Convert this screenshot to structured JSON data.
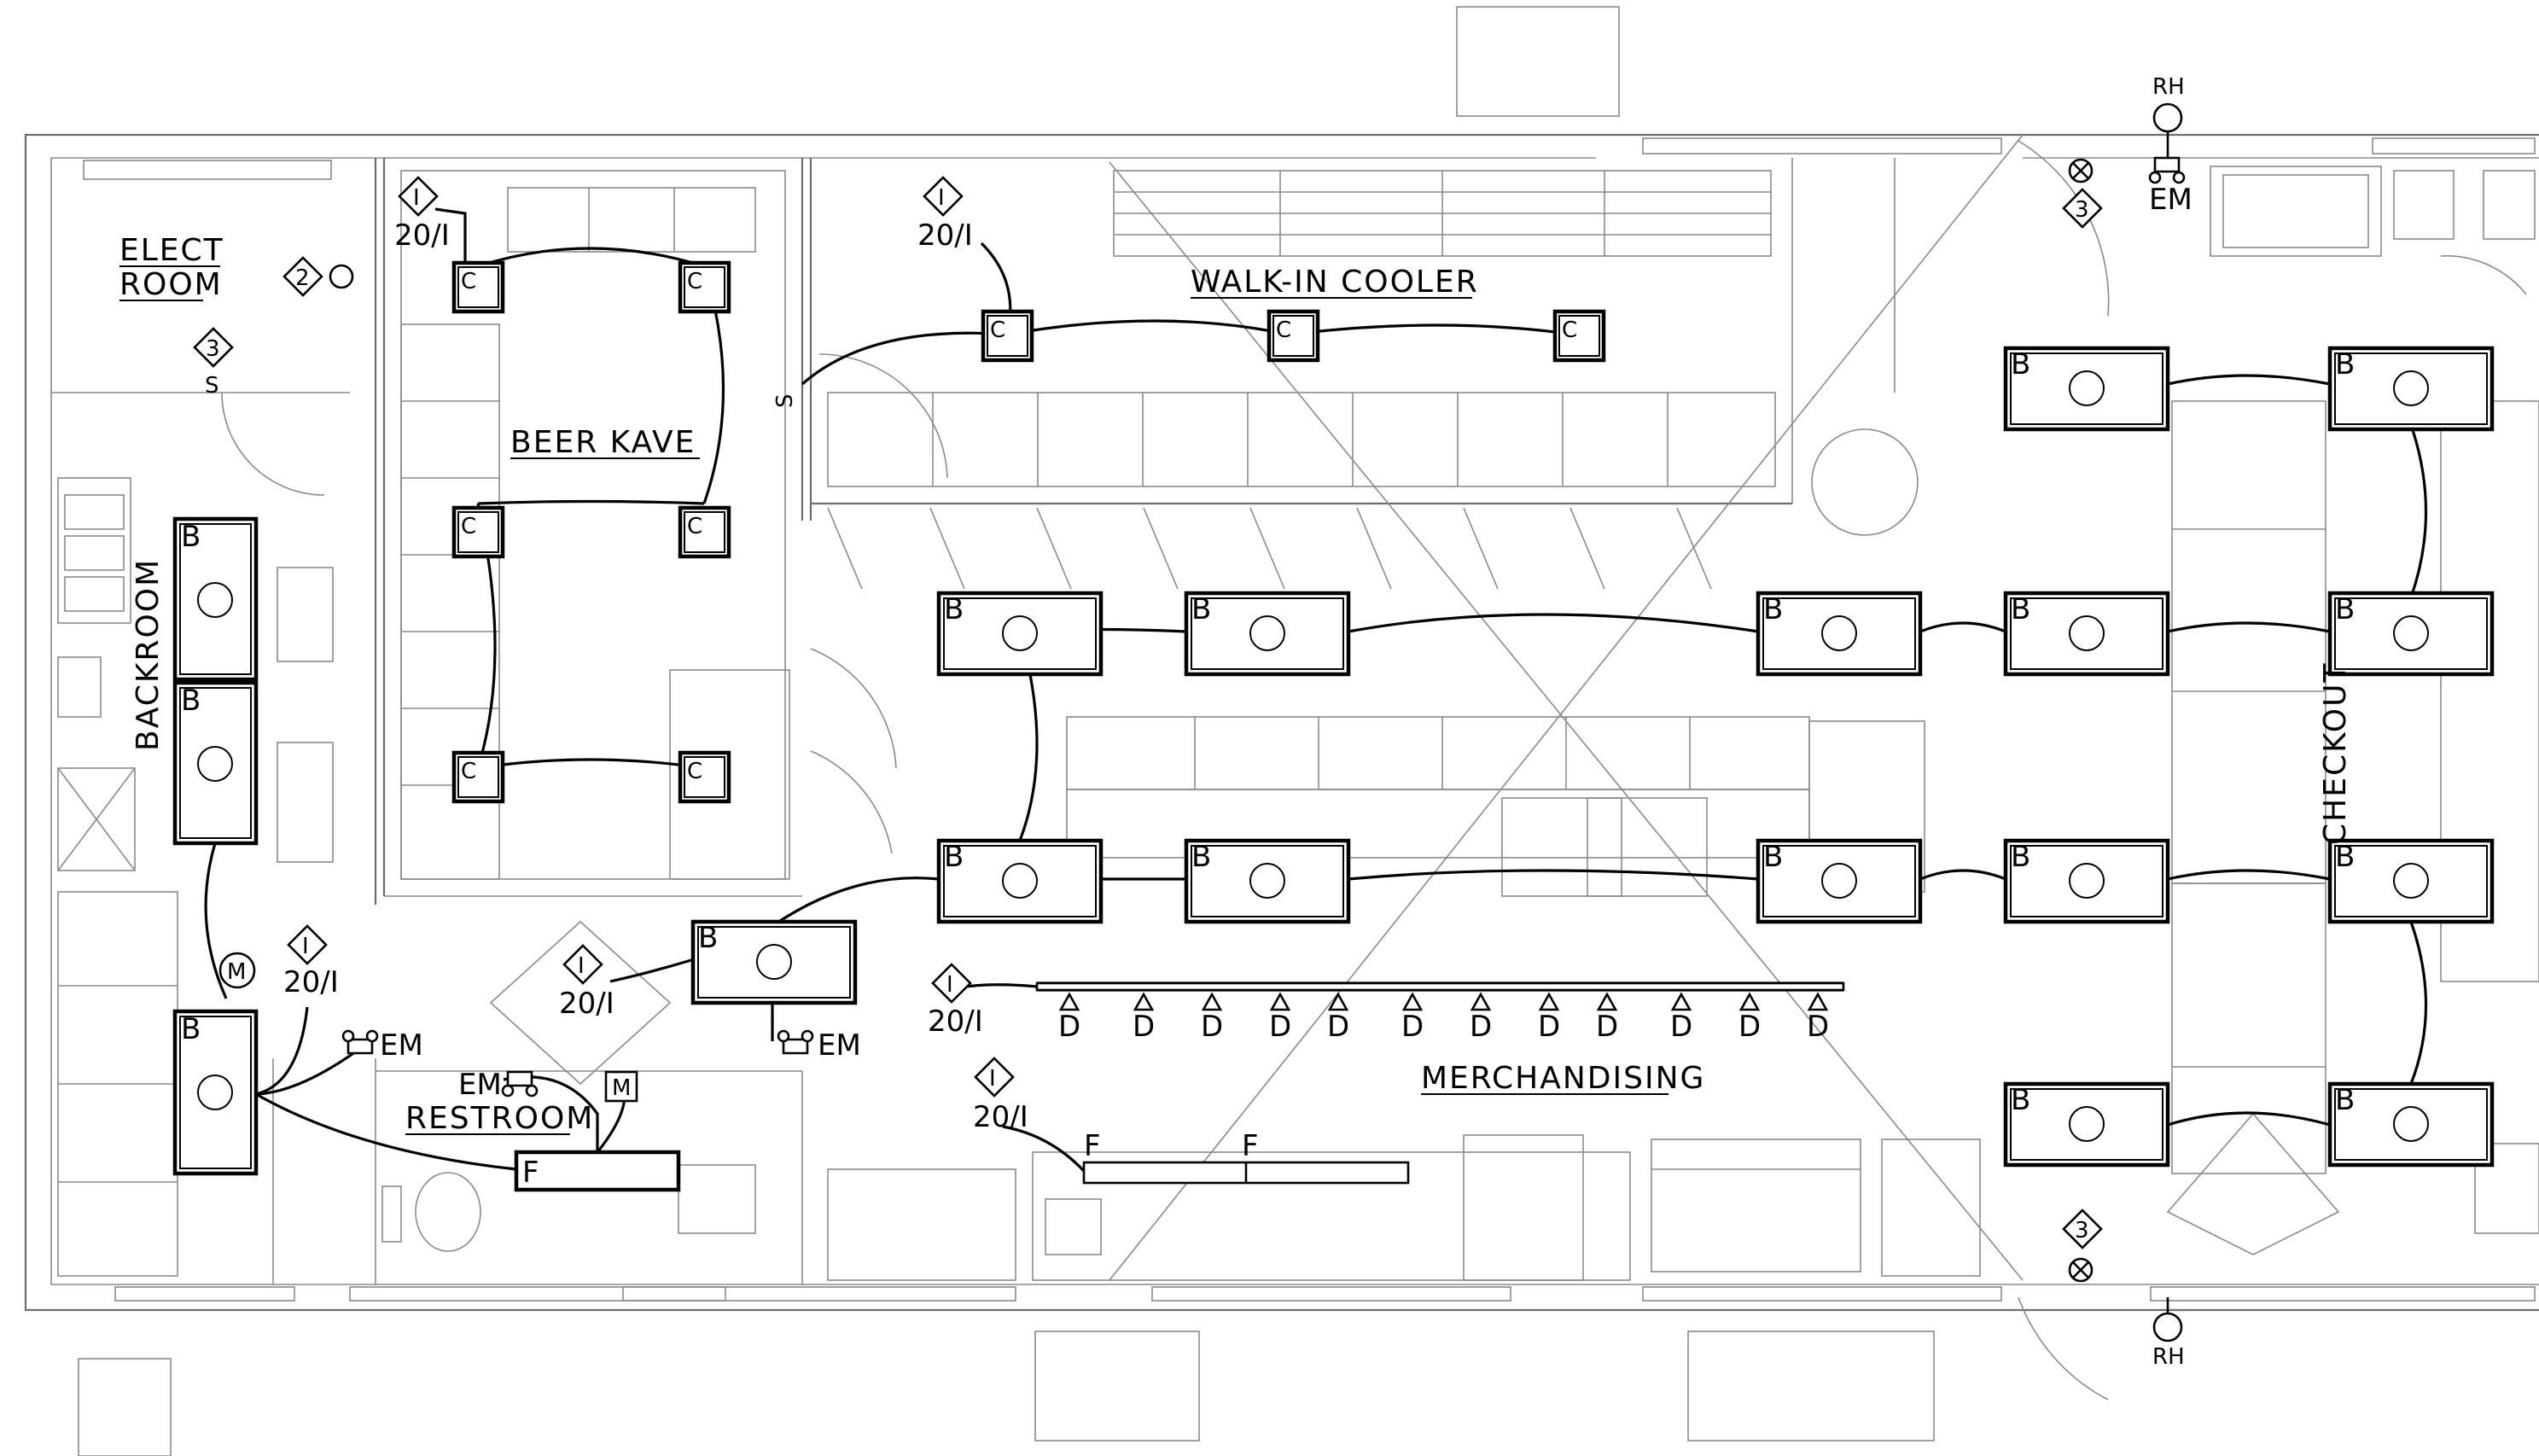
{
  "rooms": {
    "elect_room_line1": "ELECT",
    "elect_room_line2": "ROOM",
    "beer_kave": "BEER KAVE",
    "walk_in_cooler": "WALK-IN COOLER",
    "backroom": "BACKROOM",
    "restroom": "RESTROOM",
    "merchandising": "MERCHANDISING",
    "checkout": "CHECKOUT"
  },
  "fixture_tags": {
    "type_b": "B",
    "type_c": "C",
    "type_d": "D",
    "type_f": "F"
  },
  "circuits": {
    "circuit_label": "20/I",
    "tag_1": "I",
    "tag_2": "2",
    "tag_3": "3"
  },
  "devices": {
    "emergency": "EM",
    "remote_head": "RH",
    "motion_sensor": "M",
    "switch": "S"
  }
}
